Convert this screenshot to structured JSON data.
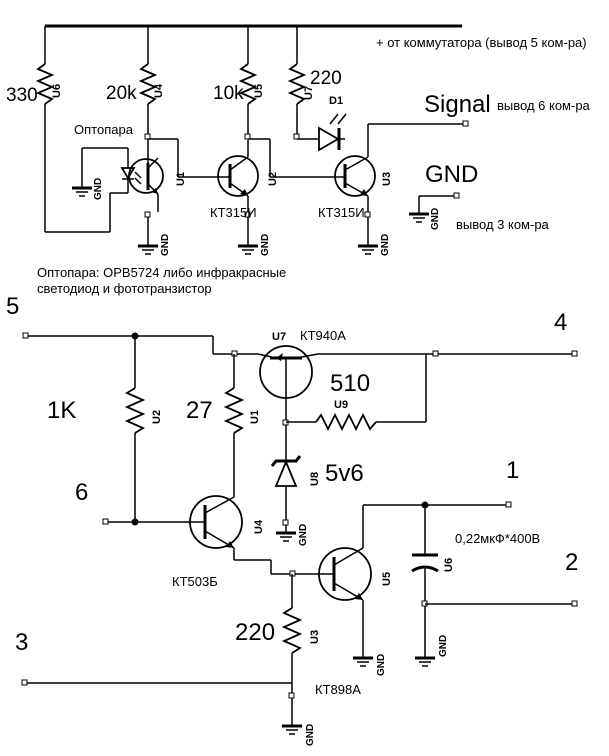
{
  "top": {
    "supply_label": "+ от коммутатора (вывод 5 ком-ра)",
    "signal_label": "Signal",
    "signal_pin": "вывод 6 ком-ра",
    "gnd_label": "GND",
    "gnd_pin": "вывод 3 ком-ра",
    "optocoupler_title": "Оптопара",
    "optocoupler_note_line1": "Оптопара: OPB5724 либо инфракрасные",
    "optocoupler_note_line2": "светодиод и фототранзистор",
    "r_u6_value": "330",
    "r_u6_ref": "U6",
    "r_u4_value": "20k",
    "r_u4_ref": "U4",
    "r_u5_value": "10k",
    "r_u5_ref": "U5",
    "r_u7_value": "220",
    "r_u7_ref": "U7",
    "d1_ref": "D1",
    "u1_ref": "U1",
    "u2_ref": "U2",
    "u3_ref": "U3",
    "u2_part": "КТ315И",
    "u3_part": "КТ315И"
  },
  "bottom": {
    "n5": "5",
    "n4": "4",
    "n6": "6",
    "n3": "3",
    "n1": "1",
    "n2": "2",
    "u7_ref": "U7",
    "u7_part": "КТ940А",
    "r_u2_value": "1K",
    "r_u2_ref": "U2",
    "r_u1_value": "27",
    "r_u1_ref": "U1",
    "r_u9_value": "510",
    "r_u9_ref": "U9",
    "z_u8_value": "5v6",
    "z_u8_ref": "U8",
    "u4_ref": "U4",
    "u4_part": "КТ503Б",
    "u5_ref": "U5",
    "u5_part": "КТ898А",
    "c_u6_value": "0,22мкФ*400В",
    "c_u6_ref": "U6",
    "r_u3_value": "220",
    "r_u3_ref": "U3"
  },
  "gnd_symbol_label": "GND"
}
